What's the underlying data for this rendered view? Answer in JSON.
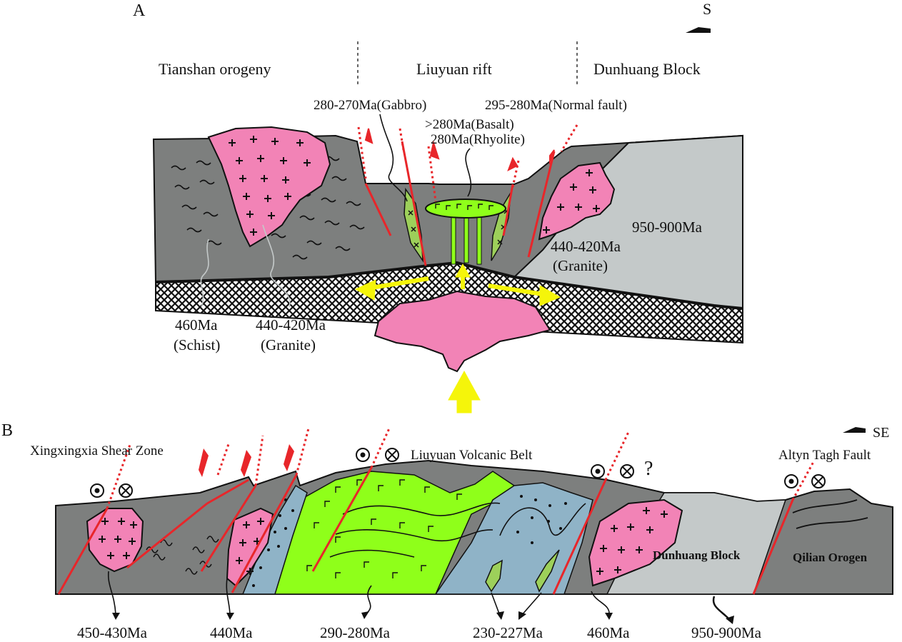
{
  "panel_a": {
    "panel_label": "A",
    "direction": "S",
    "regions": [
      "Tianshan orogeny",
      "Liuyuan rift",
      "Dunhuang Block"
    ],
    "labels": {
      "gabbro": "280-270Ma(Gabbro)",
      "normal_fault": "295-280Ma(Normal fault)",
      "basalt": ">280Ma(Basalt)",
      "rhyolite": "280Ma(Rhyolite)",
      "basement_age": "950-900Ma",
      "granite_right_age": "440-420Ma",
      "granite_right_rock": "(Granite)",
      "schist_age": "460Ma",
      "schist_rock": "(Schist)",
      "granite_left_age": "440-420Ma",
      "granite_left_rock": "(Granite)"
    }
  },
  "panel_b": {
    "panel_label": "B",
    "direction": "SE",
    "features": {
      "shear_zone": "Xingxingxia Shear Zone",
      "volcanic_belt": "Liuyuan Volcanic Belt",
      "altyn": "Altyn Tagh Fault",
      "question": "?",
      "dunhuang": "Dunhuang Block",
      "qilian": "Qilian Orogen"
    },
    "ages": [
      "450-430Ma",
      "440Ma",
      "290-280Ma",
      "230-227Ma",
      "460Ma",
      "950-900Ma"
    ]
  },
  "colors": {
    "crust_dark": "#7d7f7e",
    "crust_light": "#c4c9c9",
    "granite": "#f283b6",
    "basalt": "#8fff1a",
    "sediment": "#8fb3c7",
    "fault": "#e8262a",
    "arrow": "#f5f50a",
    "gabbro": "#9dd05a"
  }
}
